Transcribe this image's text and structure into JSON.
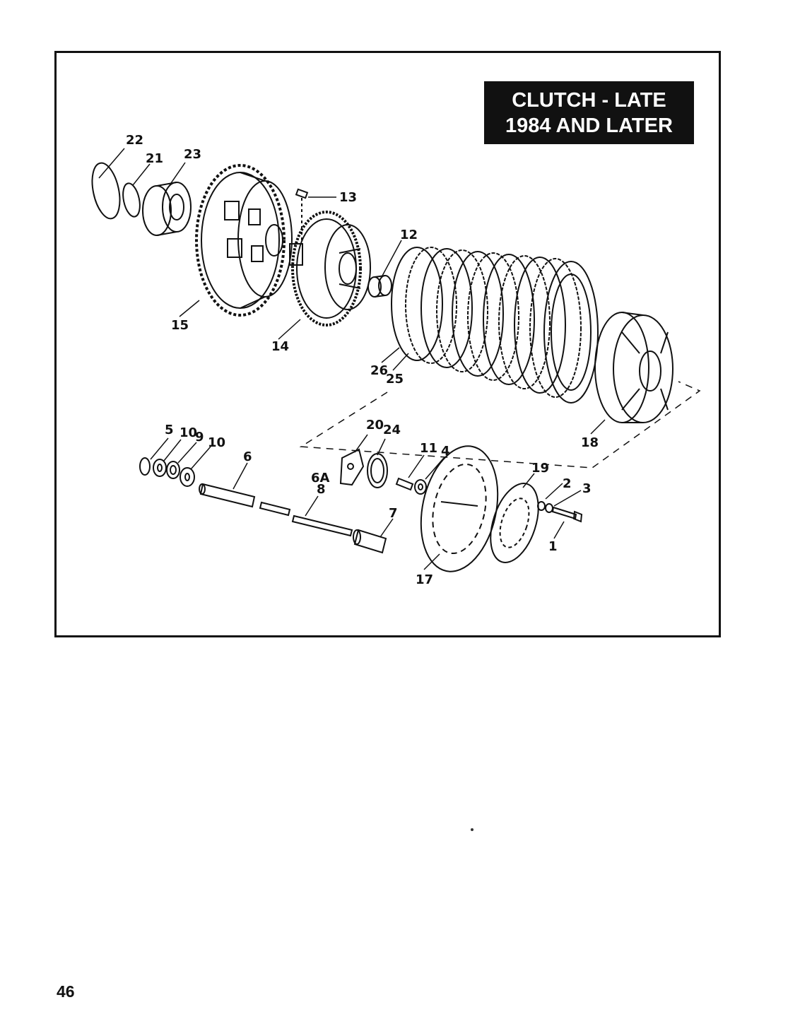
{
  "title": {
    "line1": "CLUTCH - LATE",
    "line2": "1984 AND LATER"
  },
  "callouts": {
    "c1": "1",
    "c2": "2",
    "c3": "3",
    "c4": "4",
    "c5": "5",
    "c6": "6",
    "c6a": "6A",
    "c7": "7",
    "c8": "8",
    "c9": "9",
    "c10a": "10",
    "c10b": "10",
    "c11": "11",
    "c12": "12",
    "c13": "13",
    "c14": "14",
    "c15": "15",
    "c17": "17",
    "c18": "18",
    "c19": "19",
    "c20": "20",
    "c21": "21",
    "c22": "22",
    "c23": "23",
    "c24": "24",
    "c25": "25",
    "c26": "26"
  },
  "page_number": "46",
  "colors": {
    "ink": "#111111",
    "paper": "#ffffff"
  }
}
